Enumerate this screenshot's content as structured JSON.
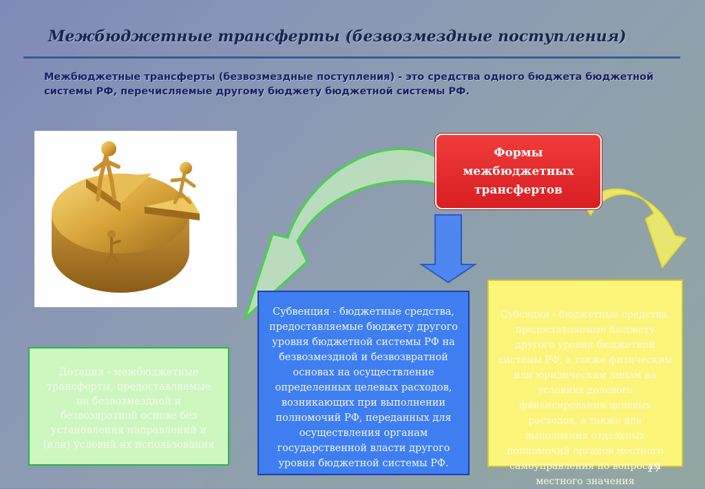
{
  "slide": {
    "title": "Межбюджетные трансферты (безвозмездные поступления)",
    "definition": "Межбюджетные трансферты (безвозмездные поступления) - это средства одного бюджета бюджетной системы РФ, перечисляемые другому бюджету бюджетной системы РФ.",
    "forms_box": "Формы\nмежбюджетных\nтрансфертов",
    "page_number": "17"
  },
  "cards": {
    "dotation": "Дотация - межбюджетные трансферты, предоставляемые на безвозмездной и безвозвратной основе без установления направлений и (или) условий их использования",
    "subvention": "Субвенция - бюджетные средства, предоставляемые бюджету другого уровня бюджетной системы РФ на безвозмездной и безвозвратной основах на осуществление определенных целевых расходов, возникающих при выполнении полномочий РФ, переданных для осуществления органам государственной власти другого уровня бюджетной системы РФ.",
    "subsidy": "Субсидия - бюджетные средства, предоставляемые бюджету другого уровня бюджетной системы РФ, а также физическим или юридическим лицам на условиях долевого финансирования целевых расходов, а также для выполнения отдельных полномочий органов местного самоуправления по вопросам местного значения"
  },
  "colors": {
    "forms_box": "#e52a2a",
    "dotation_fill": "#cef7bf",
    "subvention_fill": "#3f7ef0",
    "subsidy_fill": "#fbf67a"
  }
}
